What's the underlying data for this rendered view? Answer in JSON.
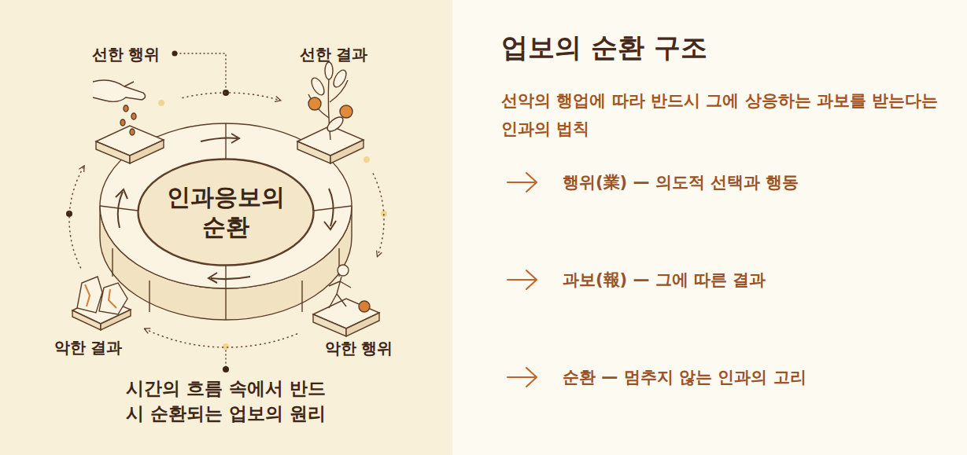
{
  "diagram": {
    "title": "업보의 순환 구조",
    "caption": "시간의 흐름 속에서 반드시 순환되는 업보의 원리",
    "nodes": [
      {
        "text": [
          "선한 행위"
        ]
      },
      {
        "text": [
          "선한 결과"
        ]
      },
      {
        "text": [
          "악한 행위"
        ]
      },
      {
        "text": [
          "악한 결과"
        ]
      },
      {
        "text": [
          "인과응보의 순환"
        ]
      }
    ],
    "edges": [
      {
        "from": 0,
        "to": 1,
        "arrow": "to"
      },
      {
        "from": 1,
        "to": 2,
        "arrow": "to"
      },
      {
        "from": 2,
        "to": 3,
        "arrow": "to"
      },
      {
        "from": 3,
        "to": 0,
        "arrow": "to"
      }
    ],
    "labels": [
      "선악의 행업에 따라 반드시 그에 상응하는 과보를 받는다는 인과의 법칙",
      "행위(業) — 의도적 선택과 행동",
      "과보(報) — 그에 따른 결과",
      "순환 — 멈추지 않는 인과의 고리"
    ]
  }
}
